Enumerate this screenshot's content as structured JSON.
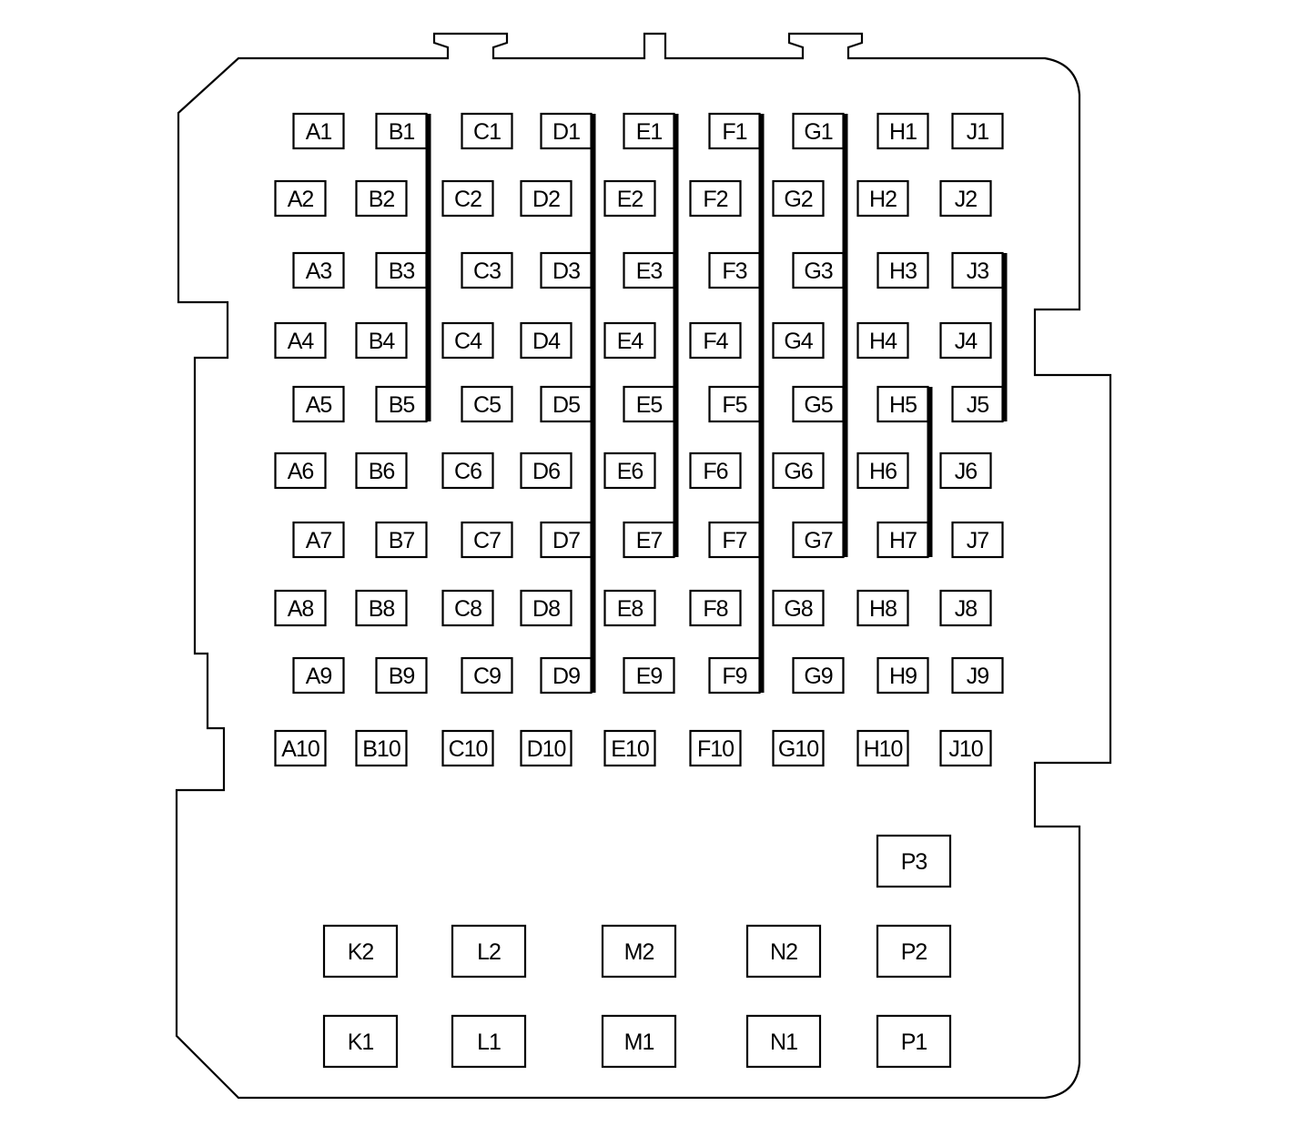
{
  "connector": {
    "grid_columns": [
      "A",
      "B",
      "C",
      "D",
      "E",
      "F",
      "G",
      "H",
      "J"
    ],
    "grid_rows": [
      "1",
      "2",
      "3",
      "4",
      "5",
      "6",
      "7",
      "8",
      "9",
      "10"
    ],
    "lower_pins": [
      "P3",
      "K2",
      "L2",
      "M2",
      "N2",
      "P2",
      "K1",
      "L1",
      "M1",
      "N1",
      "P1"
    ],
    "bus_bars": [
      {
        "column": "B",
        "from": "1",
        "to": "5"
      },
      {
        "column": "D",
        "from": "1",
        "to": "9"
      },
      {
        "column": "E",
        "from": "1",
        "to": "7"
      },
      {
        "column": "F",
        "from": "1",
        "to": "9"
      },
      {
        "column": "G",
        "from": "1",
        "to": "7"
      },
      {
        "column": "H",
        "from": "5",
        "to": "7"
      },
      {
        "column": "J",
        "from": "3",
        "to": "5"
      }
    ]
  }
}
